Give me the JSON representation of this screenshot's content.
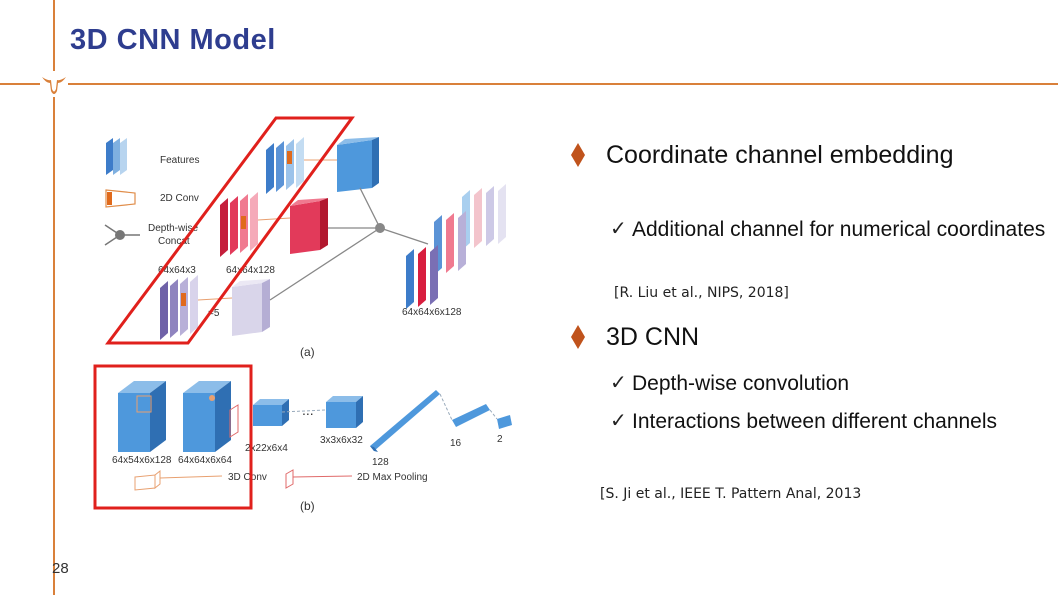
{
  "slide": {
    "title": "3D CNN Model",
    "page_number": "28"
  },
  "figure": {
    "legend": {
      "features": "Features",
      "conv": "2D Conv",
      "concat_1": "Depth-wise",
      "concat_2": "Concat"
    },
    "a": {
      "dim_input": "64x64x3",
      "dim_mid": "64x64x128",
      "dim_out": "64x64x6x128",
      "k_label": "=5",
      "caption": "(a)"
    },
    "b": {
      "dim_1": "64x54x6x128",
      "dim_2": "64x64x6x64",
      "dim_3": "2x22x6x4",
      "dim_4": "3x3x6x32",
      "dim_5": "128",
      "dim_6": "16",
      "dim_7": "2",
      "ellipsis": "...",
      "legend_3dconv": "3D Conv",
      "legend_pool": "2D Max Pooling",
      "caption": "(b)"
    }
  },
  "bullets": [
    {
      "text": "Coordinate channel embedding",
      "sub": [
        "Additional channel for numerical coordinates"
      ],
      "ref": "[R. Liu et al., NIPS, 2018]"
    },
    {
      "text": "3D CNN",
      "sub": [
        "Depth-wise convolution",
        "Interactions between different channels"
      ],
      "ref": "[S. Ji et al., IEEE T. Pattern Anal, 2013"
    }
  ],
  "colors": {
    "title": "#2e3d8f",
    "accent_rule": "#d9803a",
    "highlight_box": "#e0201c",
    "bullet_mark": "#c0531c"
  },
  "icons": {
    "bullet": "diamond-bullet-icon",
    "sub_bullet": "checkmark-icon",
    "logo": "longhorn-logo-icon"
  }
}
